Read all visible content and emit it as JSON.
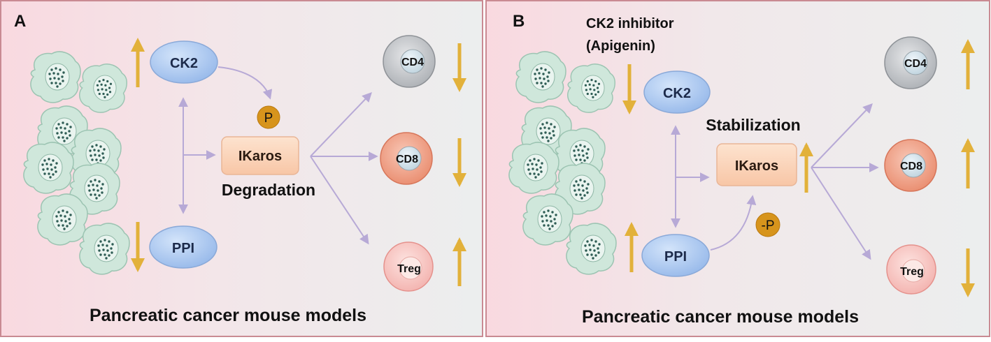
{
  "colors": {
    "panel_left": "#f9dde3",
    "panel_right": "#eceeee",
    "panel_border": "#c98a92",
    "node_blue": "#a9c8ef",
    "node_blue_stroke": "#8aa9d8",
    "ikaros_fill": "#fbd2b8",
    "ikaros_stroke": "#e9b596",
    "arrow_purple": "#b7a9d6",
    "arrow_gold": "#e2b13a",
    "phospho": "#d7941c",
    "cd4_fill": "#b9bcc0",
    "cd8_fill": "#ee9a80",
    "treg_fill": "#f7c0bd",
    "tumor_cell": "#c8e2d5"
  },
  "panel_a": {
    "label": "A",
    "ck2": "CK2",
    "ppi": "PPI",
    "ikaros": "IKaros",
    "phospho": "P",
    "ikaros_note": "Degradation",
    "cd4": "CD4",
    "cd8": "CD8",
    "treg": "Treg",
    "caption": "Pancreatic cancer mouse models",
    "trends": {
      "ck2": "up",
      "ppi": "down",
      "cd4": "down",
      "cd8": "down",
      "treg": "up"
    }
  },
  "panel_b": {
    "label": "B",
    "inhibitor_line1": "CK2 inhibitor",
    "inhibitor_line2": "(Apigenin)",
    "ck2": "CK2",
    "ppi": "PPI",
    "ikaros": "IKaros",
    "dephospho": "-P",
    "ikaros_note": "Stabilization",
    "cd4": "CD4",
    "cd8": "CD8",
    "treg": "Treg",
    "caption": "Pancreatic cancer mouse models",
    "trends": {
      "ck2": "down",
      "ppi": "up",
      "ikaros": "up",
      "cd4": "up",
      "cd8": "up",
      "treg": "down"
    }
  }
}
